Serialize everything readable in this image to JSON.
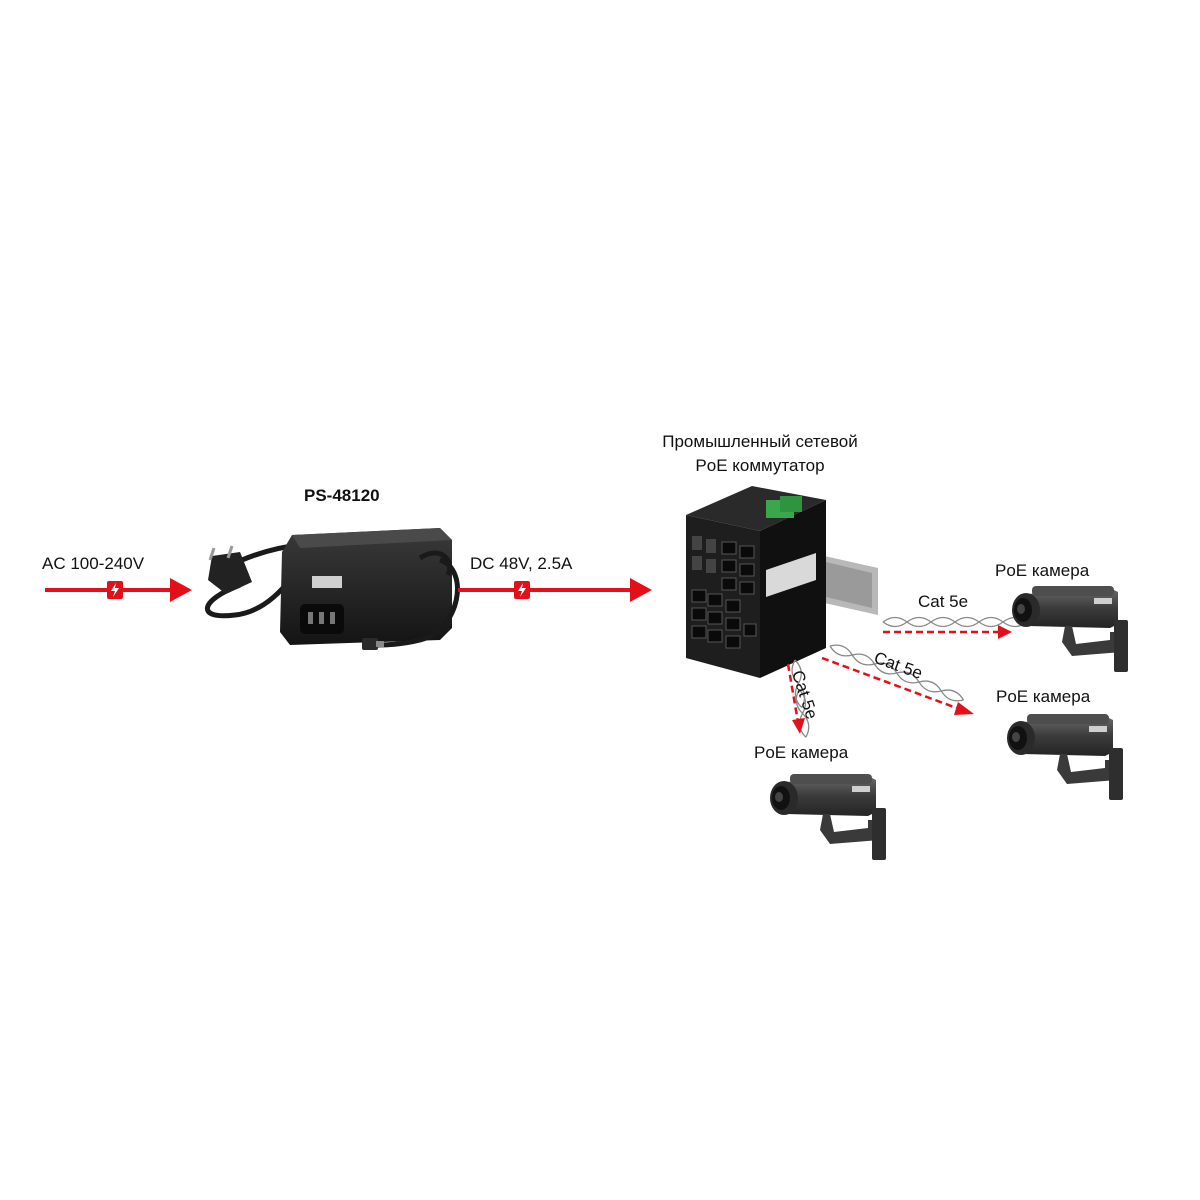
{
  "labels": {
    "ac_input": "AC 100-240V",
    "psu_model": "PS-48120",
    "dc_output": "DC 48V, 2.5A",
    "switch_line1": "Промышленный сетевой",
    "switch_line2": "PoE коммутатор",
    "camera_top": "PoE камера",
    "camera_mid": "PoE камера",
    "camera_bottom": "PoE камера",
    "cable_top": "Cat 5e",
    "cable_mid": "Cat 5e",
    "cable_down": "Cat 5e"
  },
  "colors": {
    "power_arrow": "#e3101a",
    "device_body": "#1c1c1c",
    "camera_body": "#3a3a3a",
    "terminal_green": "#38a84a",
    "cable_twist": "#8a8a8a"
  },
  "icons": [
    "power-adapter-icon",
    "network-switch-icon",
    "camera-icon",
    "lightning-icon",
    "twisted-pair-cable-icon"
  ]
}
